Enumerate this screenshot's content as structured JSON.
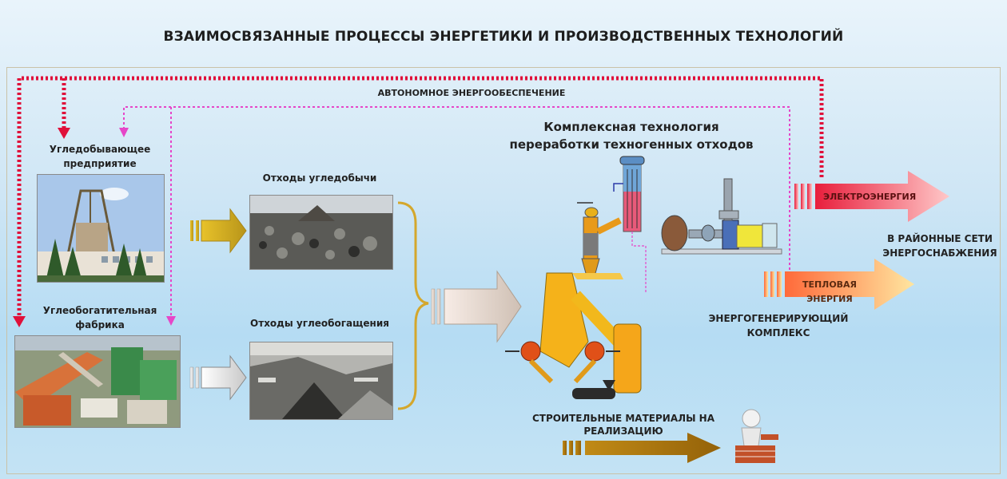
{
  "title": "ВЗАИМОСВЯЗАННЫЕ ПРОЦЕССЫ ЭНЕРГЕТИКИ И ПРОИЗВОДСТВЕННЫХ ТЕХНОЛОГИЙ",
  "autonomous": "АВТОНОМНОЕ ЭНЕРГООБЕСПЕЧЕНИЕ",
  "mine": {
    "line1": "Угледобывающее",
    "line2": "предприятие"
  },
  "plant": {
    "line1": "Углеобогатительная",
    "line2": "фабрика"
  },
  "waste_mining": "Отходы угледобычи",
  "waste_enrichment": "Отходы углеобогащения",
  "tech": {
    "line1": "Комплексная технология",
    "line2": "переработки техногенных отходов"
  },
  "electricity": "ЭЛЕКТРОЭНЕРГИЯ",
  "heat": "ТЕПЛОВАЯ ЭНЕРГИЯ",
  "grid": {
    "line1": "В РАЙОННЫЕ СЕТИ",
    "line2": "ЭНЕРГОСНАБЖЕНИЯ"
  },
  "gen_complex": {
    "line1": "ЭНЕРГОГЕНЕРИРУЮЩИЙ",
    "line2": "КОМПЛЕКС"
  },
  "building": {
    "line1": "СТРОИТЕЛЬНЫЕ МАТЕРИАЛЫ НА",
    "line2": "РЕАЛИЗАЦИЮ"
  },
  "colors": {
    "red_dotted": "#e0103a",
    "pink_dotted": "#e646c8",
    "olive_arrow": "#c8a21a",
    "brown_arrow": "#a87413"
  }
}
